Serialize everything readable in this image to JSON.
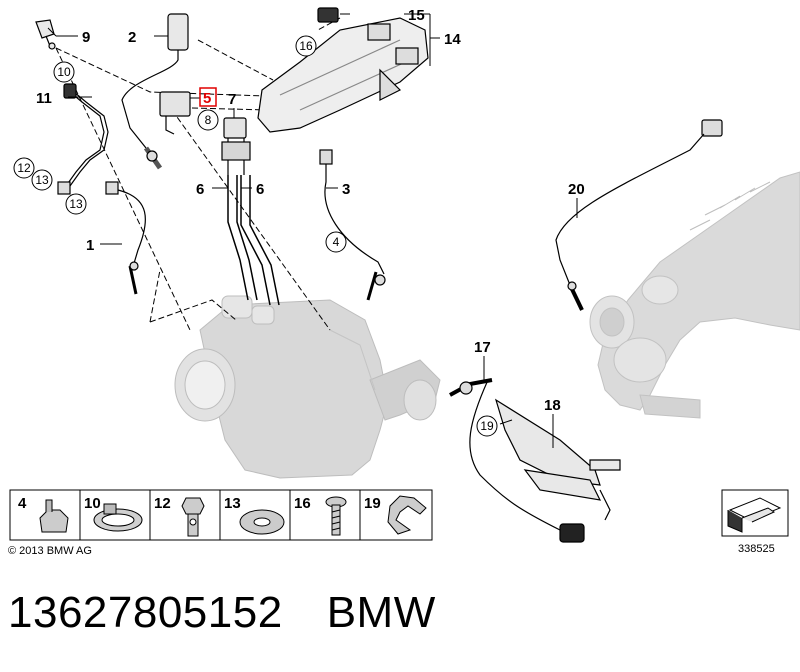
{
  "diagram": {
    "callouts": {
      "c1": "1",
      "c2": "2",
      "c3": "3",
      "c5": "5",
      "c6a": "6",
      "c6b": "6",
      "c7": "7",
      "c9": "9",
      "c11": "11",
      "c14": "14",
      "c15": "15",
      "c17": "17",
      "c18": "18",
      "c20": "20"
    },
    "circled": {
      "r4": "4",
      "r8": "8",
      "r10": "10",
      "r12": "12",
      "r13a": "13",
      "r13b": "13",
      "r16": "16",
      "r19": "19"
    },
    "legend": {
      "items": [
        {
          "num": "4",
          "icon": "clip-icon"
        },
        {
          "num": "10",
          "icon": "hose-clamp-icon"
        },
        {
          "num": "12",
          "icon": "hollow-bolt-icon"
        },
        {
          "num": "13",
          "icon": "washer-icon"
        },
        {
          "num": "16",
          "icon": "screw-icon"
        },
        {
          "num": "19",
          "icon": "spring-clip-icon"
        }
      ]
    },
    "copyright": "© 2013 BMW AG",
    "image_number": "338525",
    "highlight_color": "#e00000"
  },
  "caption": {
    "part_number": "13627805152",
    "brand": "BMW"
  }
}
